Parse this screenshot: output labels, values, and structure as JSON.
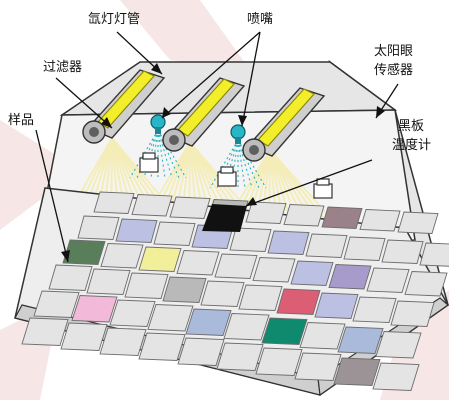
{
  "labels": {
    "xenon_lamp": "氙灯灯管",
    "nozzle": "喷嘴",
    "filter": "过滤器",
    "sun_eye_line1": "太阳眼",
    "sun_eye_line2": "传感器",
    "black_panel_line1": "黑板",
    "black_panel_line2": "温度计",
    "samples": "样品"
  },
  "colors": {
    "watermark": "#f6e3e3",
    "chamber_top": "#f4f4f4",
    "chamber_side": "#e6e6e6",
    "outline": "#333333",
    "lamp_tube": "#f2ee2a",
    "lamp_housing": "#cfcfcf",
    "light_ray": "#f5edb8",
    "spray": "#28b5c6",
    "tray": "#eeeeee",
    "sample_default": "#e4e4e4",
    "black_panel": "#111111"
  },
  "sample_colors": {
    "dark_green": "#597e5a",
    "lavender": "#bcc0e2",
    "yellow": "#f1ef9a",
    "purple": "#a79bcc",
    "pink": "#f3b9d8",
    "red": "#db5e74",
    "teal": "#0f8a6e",
    "mauve": "#9b8189",
    "brown_gray": "#9c9396",
    "blue": "#a9badb",
    "gray": "#b9b9b9"
  }
}
